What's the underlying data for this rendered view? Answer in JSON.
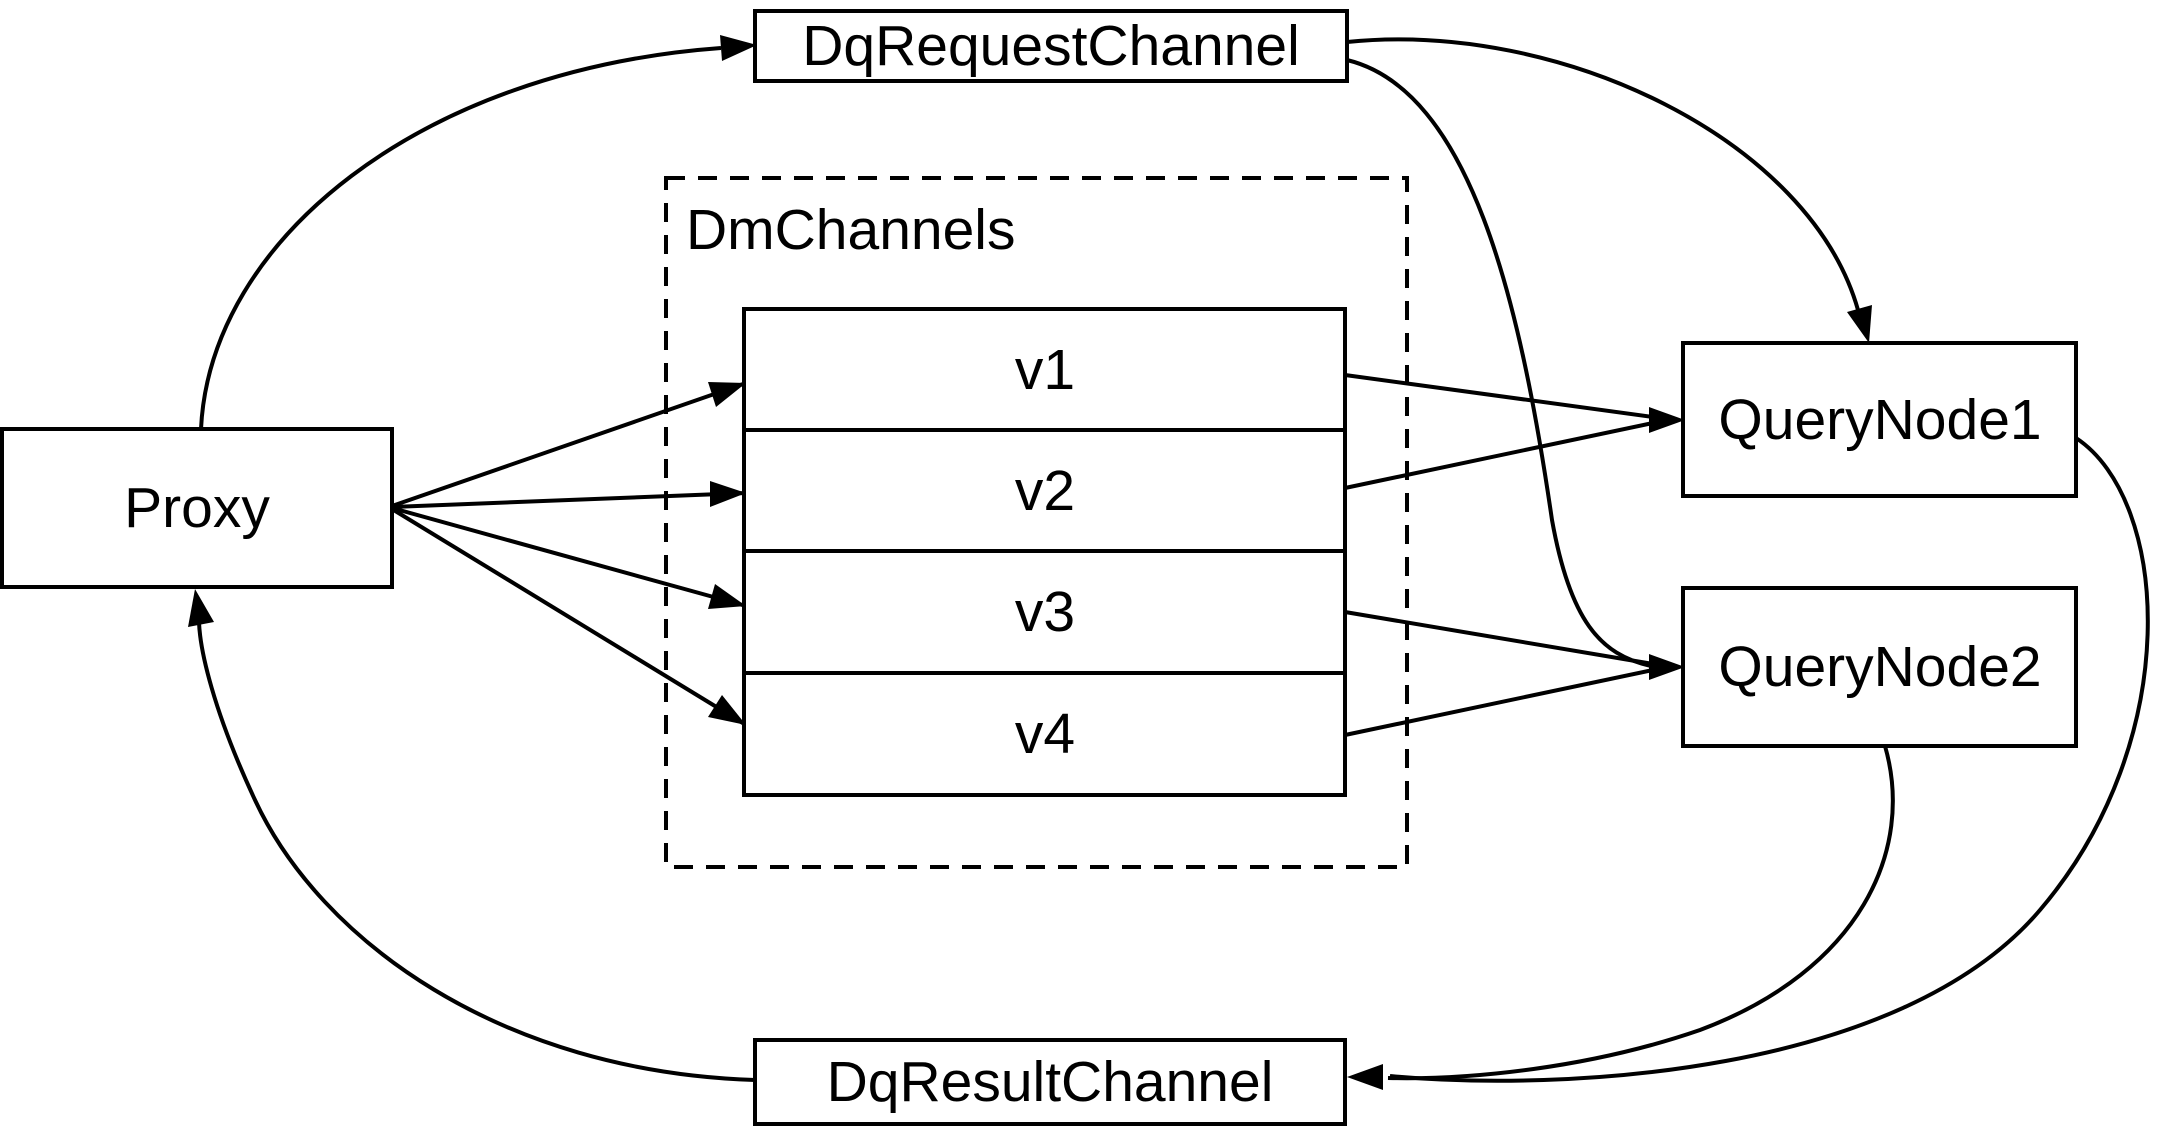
{
  "diagram": {
    "colors": {
      "background": "#ffffff",
      "stroke": "#000000",
      "text": "#000000"
    },
    "nodes": {
      "proxy": {
        "label": "Proxy"
      },
      "dq_request_channel": {
        "label": "DqRequestChannel"
      },
      "dm_channels": {
        "label": "DmChannels",
        "rows": [
          {
            "label": "v1"
          },
          {
            "label": "v2"
          },
          {
            "label": "v3"
          },
          {
            "label": "v4"
          }
        ]
      },
      "query_node_1": {
        "label": "QueryNode1"
      },
      "query_node_2": {
        "label": "QueryNode2"
      },
      "dq_result_channel": {
        "label": "DqResultChannel"
      }
    },
    "edges": [
      {
        "from": "Proxy",
        "to": "DqRequestChannel"
      },
      {
        "from": "DqRequestChannel",
        "to": "QueryNode1"
      },
      {
        "from": "DqRequestChannel",
        "to": "QueryNode2"
      },
      {
        "from": "Proxy",
        "to": "v1"
      },
      {
        "from": "Proxy",
        "to": "v2"
      },
      {
        "from": "Proxy",
        "to": "v3"
      },
      {
        "from": "Proxy",
        "to": "v4"
      },
      {
        "from": "v1",
        "to": "QueryNode1"
      },
      {
        "from": "v2",
        "to": "QueryNode1"
      },
      {
        "from": "v3",
        "to": "QueryNode2"
      },
      {
        "from": "v4",
        "to": "QueryNode2"
      },
      {
        "from": "QueryNode1",
        "to": "DqResultChannel"
      },
      {
        "from": "QueryNode2",
        "to": "DqResultChannel"
      },
      {
        "from": "DqResultChannel",
        "to": "Proxy"
      }
    ]
  }
}
